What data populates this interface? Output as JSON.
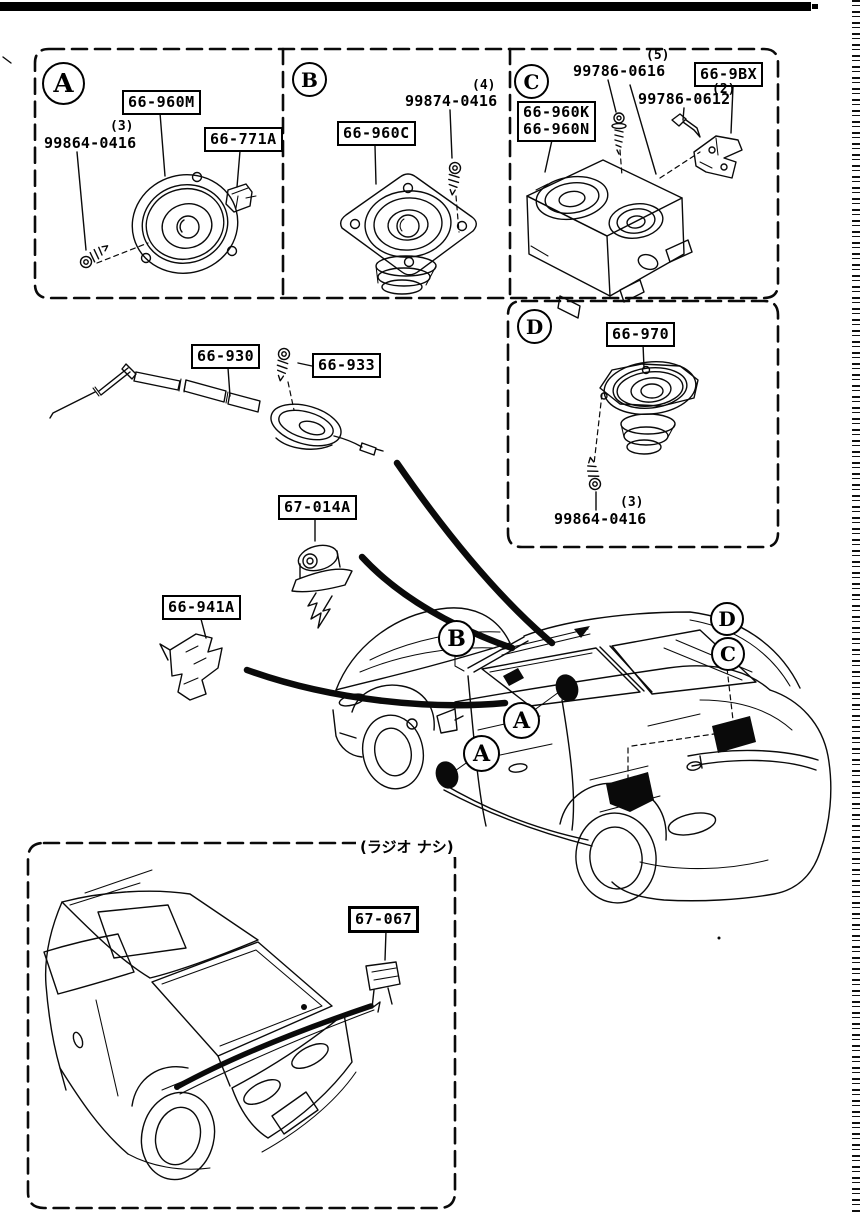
{
  "colors": {
    "ink": "#0a0a0a",
    "paper": "#ffffff"
  },
  "panels": {
    "a": {
      "letter": "A",
      "speaker_part": "66-960M",
      "clip_part": "66-771A",
      "screw_part": "99864-0416",
      "screw_qty": "(3)"
    },
    "b": {
      "letter": "B",
      "speaker_part": "66-960C",
      "screw_part": "99874-0416",
      "screw_qty": "(4)"
    },
    "c": {
      "letter": "C",
      "speaker_part_top": "66-960K",
      "speaker_part_bottom": "66-960N",
      "screw_long_part": "99786-0616",
      "screw_long_qty": "(5)",
      "bracket_part": "66-9BX",
      "screw_short_part": "99786-0612",
      "screw_short_qty": "(2)"
    },
    "d": {
      "letter": "D",
      "speaker_part": "66-970",
      "screw_part": "99864-0416",
      "screw_qty": "(3)"
    }
  },
  "center": {
    "antenna_part": "66-930",
    "antenna_screw_part": "66-933",
    "grommet_part": "67-014A",
    "bracket_part": "66-941A"
  },
  "car_callouts": {
    "b": "B",
    "a_upper": "A",
    "a_lower": "A",
    "d": "D",
    "c": "C"
  },
  "inset": {
    "note": "(ラジオ ナシ)",
    "clip_part": "67-067"
  }
}
